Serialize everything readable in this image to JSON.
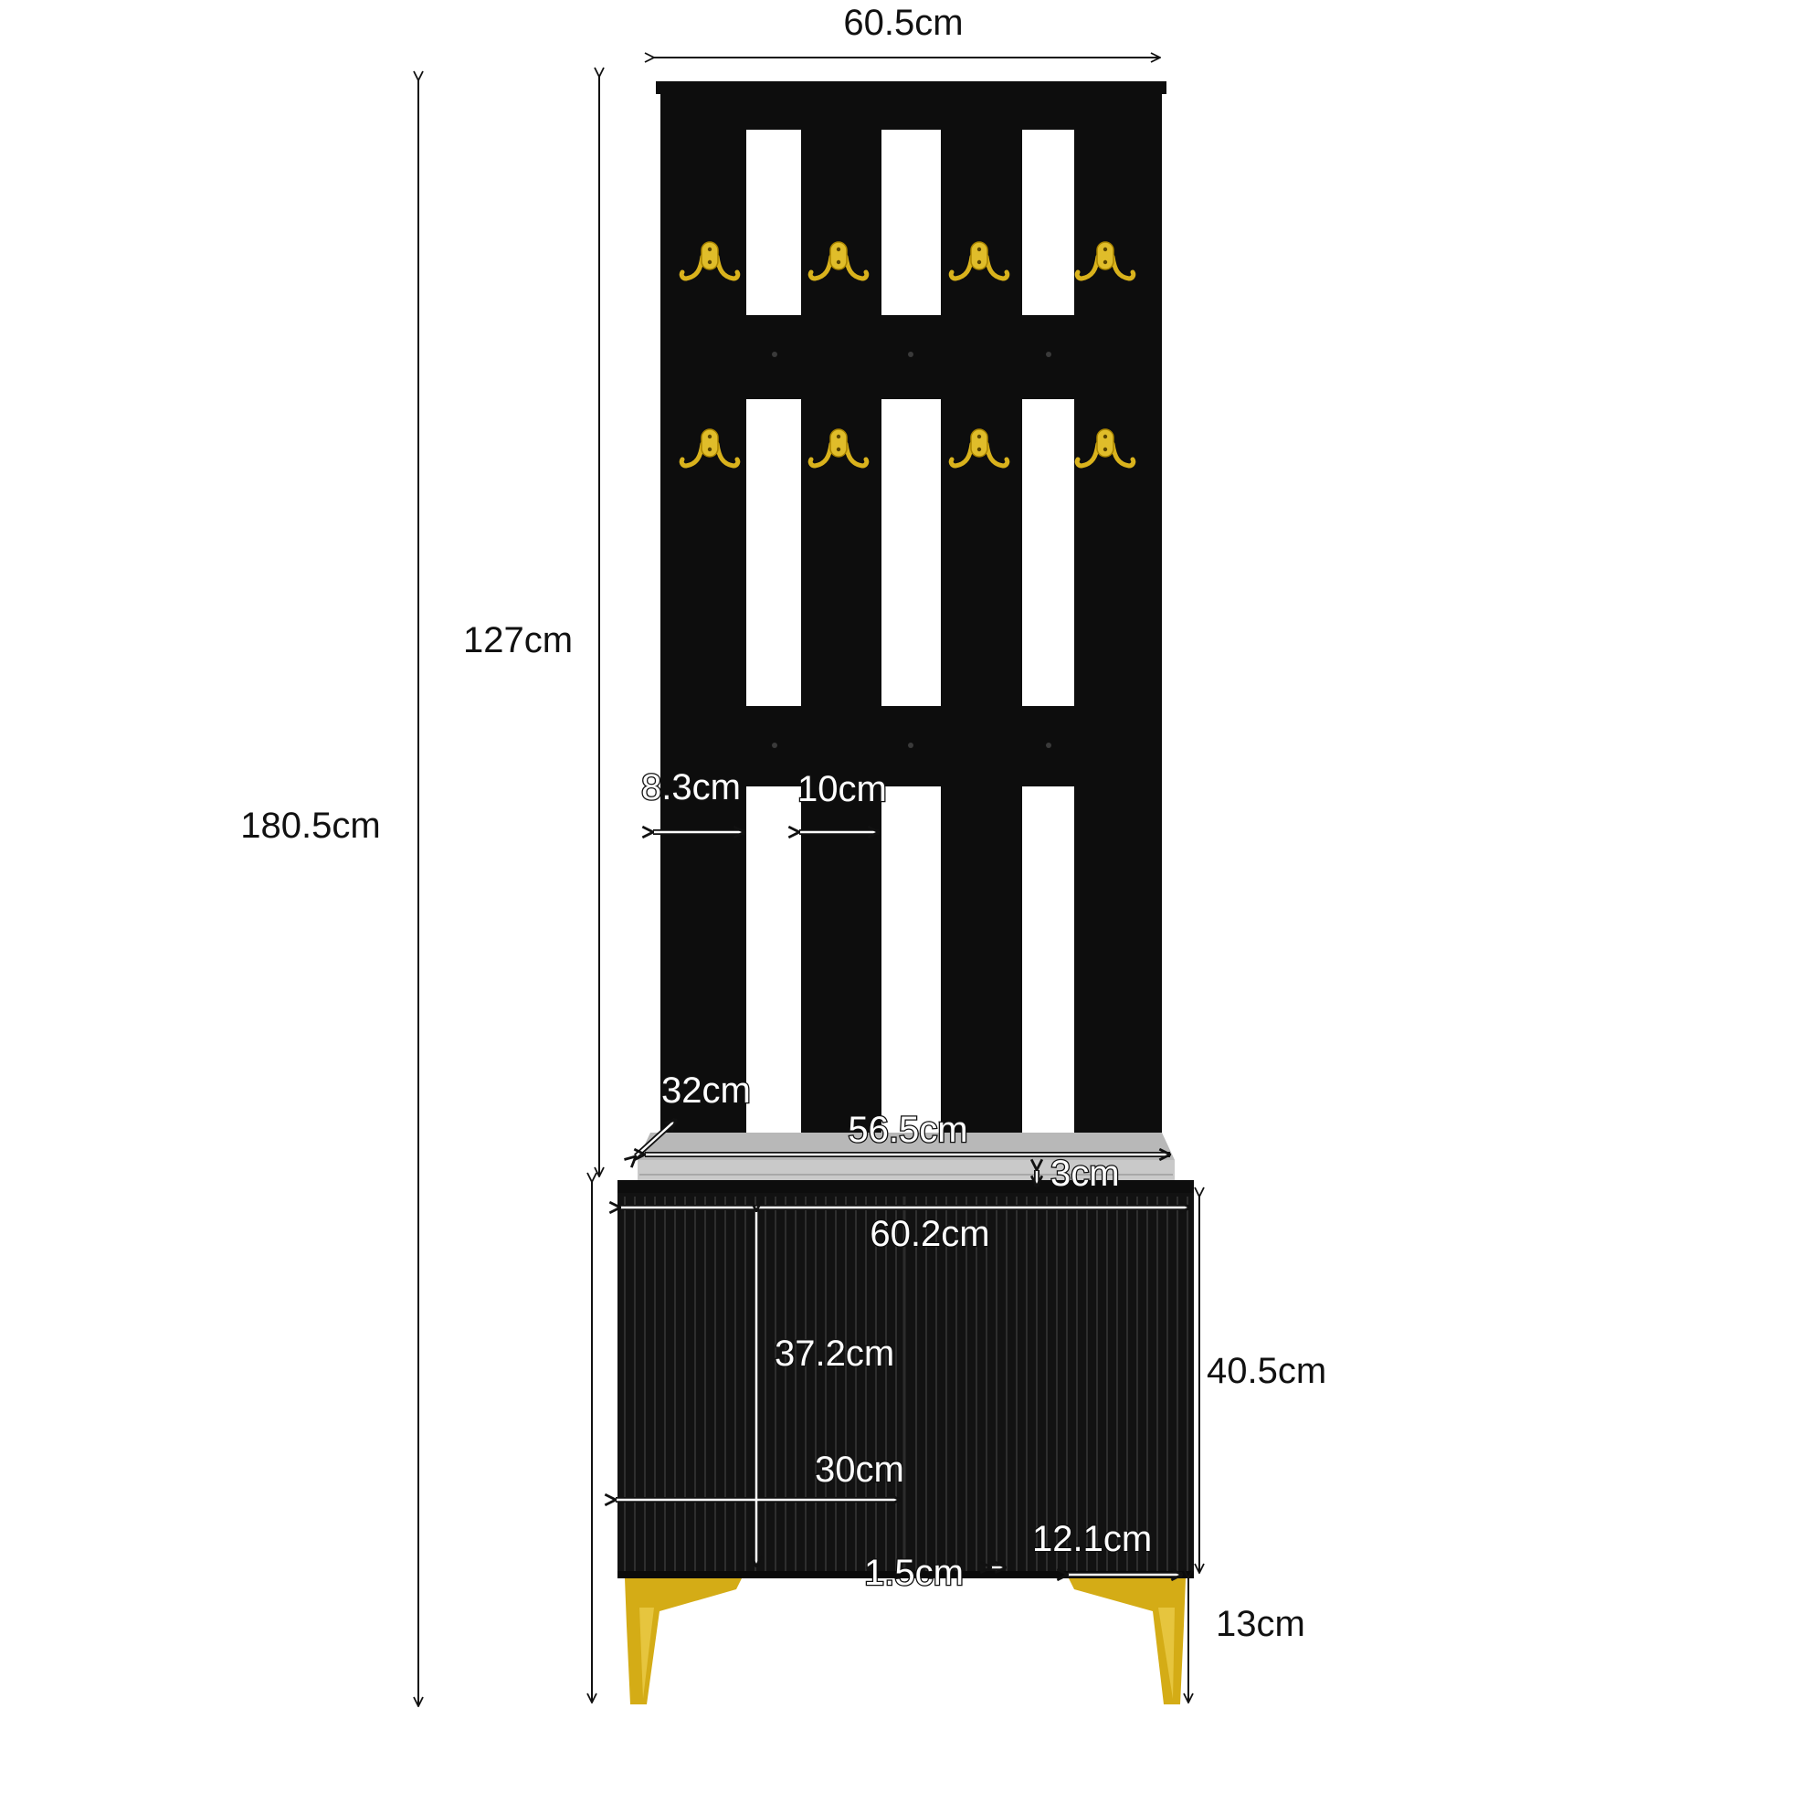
{
  "dimensions": {
    "overall_width": "60.5cm",
    "panel_height": "127cm",
    "total_height": "180.5cm",
    "side_slat_width": "8.3cm",
    "slat_width": "10cm",
    "cushion_depth": "32cm",
    "cushion_width": "56.5cm",
    "cushion_thickness": "3cm",
    "cabinet_width": "60.2cm",
    "door_height": "37.2cm",
    "cabinet_height": "40.5cm",
    "door_width": "30cm",
    "leg_inset": "12.1cm",
    "door_gap": "1.5cm",
    "leg_height": "13cm"
  },
  "colors": {
    "furniture": "#0d0d0d",
    "cushion": "#c9c9c9",
    "gold": "#d9b21c",
    "dimension_line": "#111111"
  },
  "icons": {
    "hook": "double-coat-hook-icon",
    "arrow": "dimension-arrow"
  }
}
